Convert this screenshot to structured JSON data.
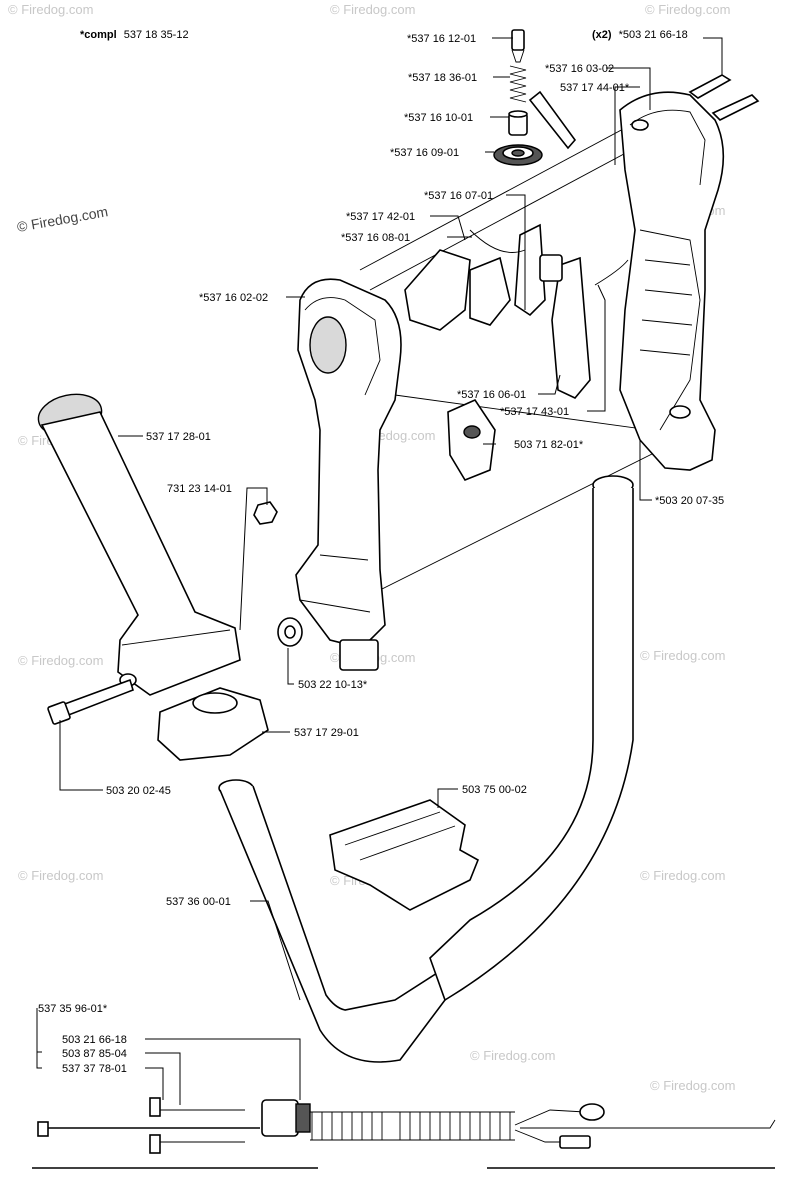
{
  "header": {
    "compl_prefix": "*compl",
    "compl_number": "537 18 35-12",
    "x2_prefix": "(x2)",
    "x2_number": "*503 21 66-18"
  },
  "watermark": "© Firedog.com",
  "labels": {
    "p537161201": "*537 16 12-01",
    "p537161603": "*537 16 03-02",
    "p537183601": "*537 18 36-01",
    "p537174401": "537 17 44-01*",
    "p537161001": "*537 16 10-01",
    "p537160901": "*537 16 09-01",
    "p537160701": "*537 16 07-01",
    "p537174201": "*537 17 42-01",
    "p537160801": "*537 16 08-01",
    "p537160202": "*537 16 02-02",
    "p537160601": "*537 16 06-01",
    "p537174301": "*537 17 43-01",
    "p503718201": "503 71 82-01*",
    "p537172801": "537 17 28-01",
    "p731231401": "731 23 14-01",
    "p503200735": "*503 20 07-35",
    "p503221013": "503 22 10-13*",
    "p537172901": "537 17 29-01",
    "p503200245": "503 20 02-45",
    "p503750002": "503 75 00-02",
    "p537360001": "537 36 00-01",
    "p537359601": "537 35 96-01*",
    "p503216618": "503 21 66-18",
    "p503878504": "503 87 85-04",
    "p537377801": "537 37 78-01"
  }
}
